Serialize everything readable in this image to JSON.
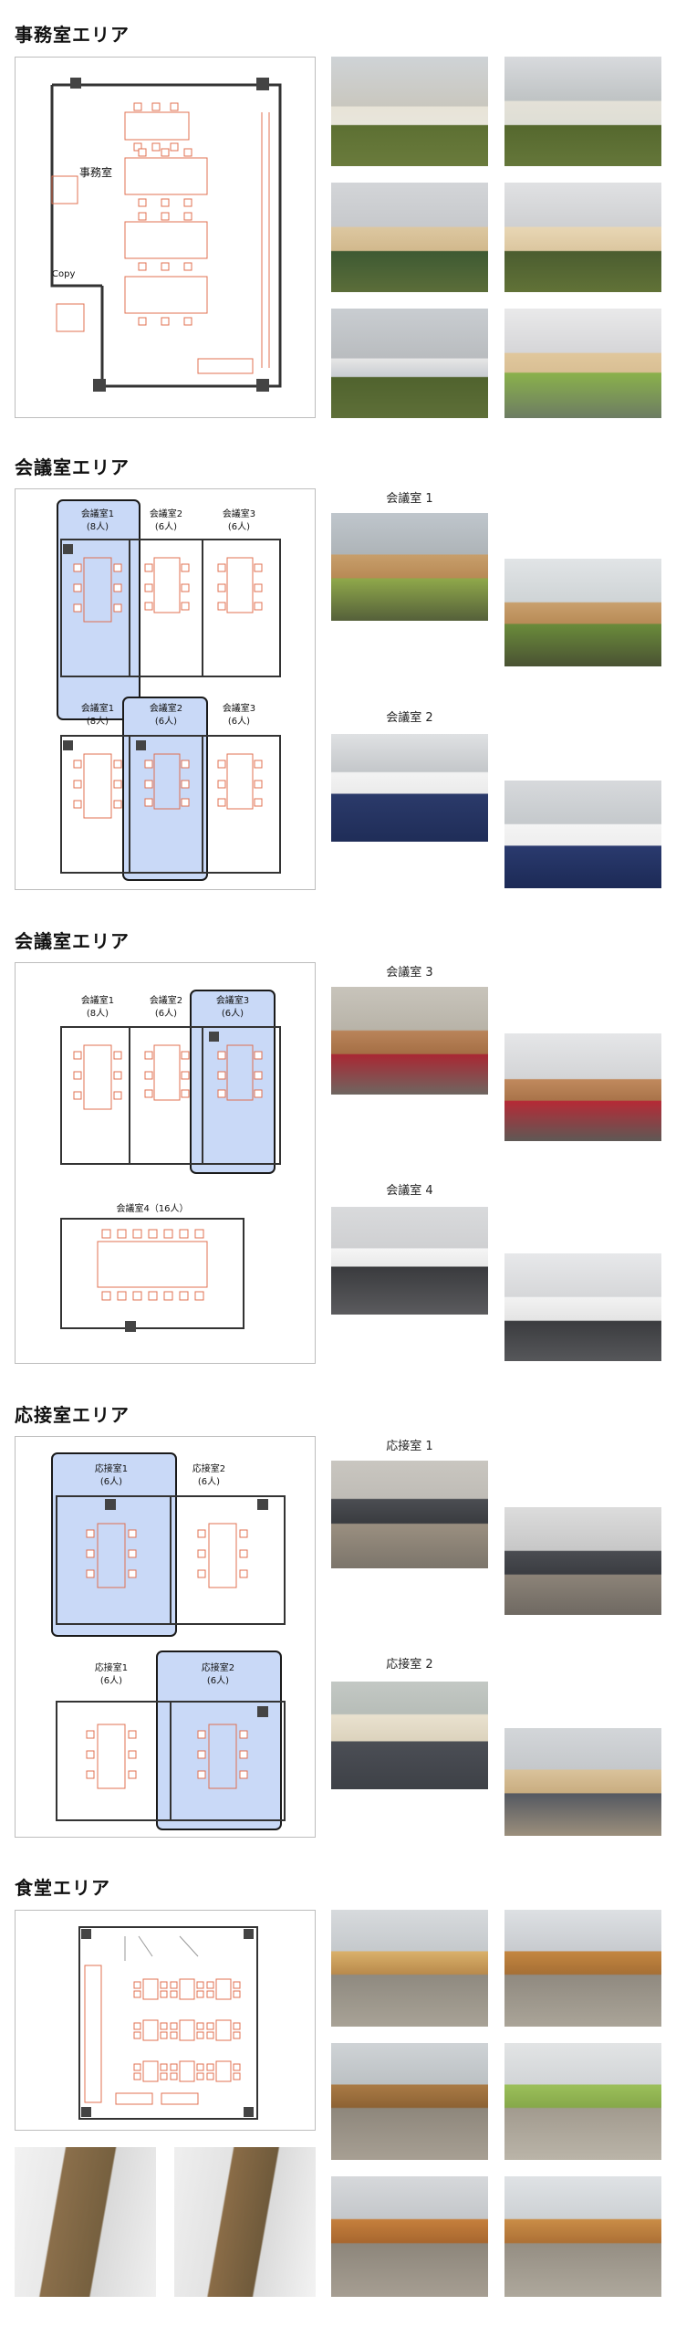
{
  "sections": {
    "office": {
      "title": "事務室エリア",
      "plan_label": "事務室",
      "copy_label": "Copy"
    },
    "meeting1": {
      "title": "会議室エリア",
      "rooms": [
        {
          "name": "会議室1",
          "cap": "(8人)"
        },
        {
          "name": "会議室2",
          "cap": "(6人)"
        },
        {
          "name": "会議室3",
          "cap": "(6人)"
        }
      ],
      "captions": [
        "会議室 1",
        "会議室 2"
      ]
    },
    "meeting2": {
      "title": "会議室エリア",
      "rooms": [
        {
          "name": "会議室1",
          "cap": "(8人)"
        },
        {
          "name": "会議室2",
          "cap": "(6人)"
        },
        {
          "name": "会議室3",
          "cap": "(6人)"
        }
      ],
      "room4": "会議室4（16人）",
      "captions": [
        "会議室 3",
        "会議室 4"
      ]
    },
    "reception": {
      "title": "応接室エリア",
      "rooms": [
        {
          "name": "応接室1",
          "cap": "(6人)"
        },
        {
          "name": "応接室2",
          "cap": "(6人)"
        }
      ],
      "captions": [
        "応接室 1",
        "応接室 2"
      ]
    },
    "dining": {
      "title": "食堂エリア"
    }
  },
  "colors": {
    "highlight": "#c9d9f7",
    "highlight_border": "#1a1a1a",
    "furniture": "#e07050",
    "wall": "#333333"
  }
}
